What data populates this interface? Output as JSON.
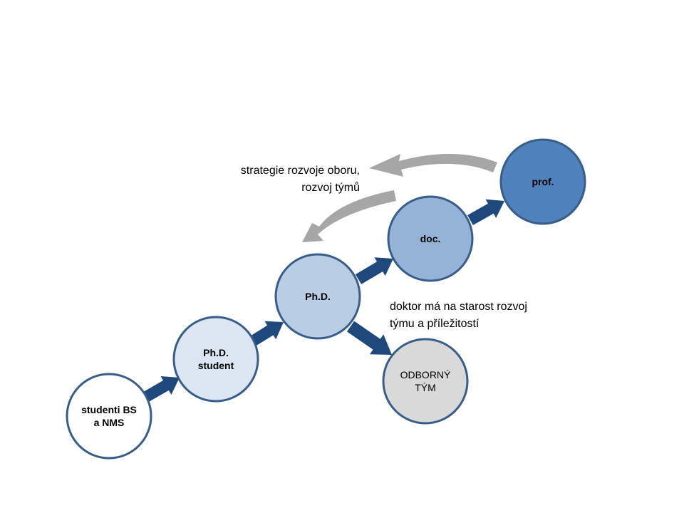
{
  "nodes": [
    {
      "id": "studenti",
      "lines": [
        "studenti BS",
        "a NMS"
      ],
      "fill": "#ffffff",
      "bold": true
    },
    {
      "id": "phd-student",
      "lines": [
        "Ph.D.",
        "student"
      ],
      "fill": "#dce6f2",
      "bold": true
    },
    {
      "id": "phd",
      "lines": [
        "Ph.D."
      ],
      "fill": "#b9cde5",
      "bold": true
    },
    {
      "id": "doc",
      "lines": [
        "doc."
      ],
      "fill": "#95b3d7",
      "bold": true
    },
    {
      "id": "prof",
      "lines": [
        "prof."
      ],
      "fill": "#4f81bd",
      "bold": true
    },
    {
      "id": "odborny-tym",
      "lines": [
        "ODBORNÝ",
        "TÝM"
      ],
      "fill": "#d9d9d9",
      "bold": false
    }
  ],
  "annotations": {
    "strategy": {
      "line1": "strategie rozvoje oboru,",
      "line2": "rozvoj týmů"
    },
    "doctor": {
      "line1": "doktor má na starost rozvoj",
      "line2": "týmu a příležitostí"
    }
  },
  "colors": {
    "node_stroke": "#385d8a",
    "arrow": "#1f497d",
    "curved_arrow": "#a6a6a6"
  }
}
